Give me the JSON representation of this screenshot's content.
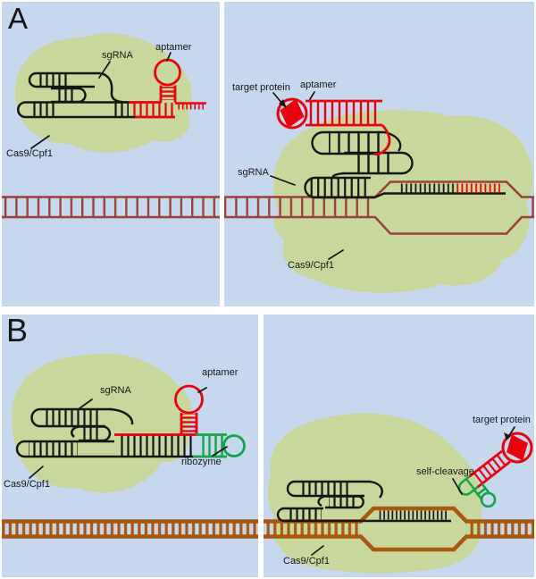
{
  "figure": {
    "panel_a": {
      "tag": "A",
      "left": {
        "sgrna": "sgRNA",
        "aptamer": "aptamer",
        "cas": "Cas9/Cpf1"
      },
      "right": {
        "target_protein": "target protein",
        "aptamer": "aptamer",
        "sgrna": "sgRNA",
        "cas": "Cas9/Cpf1"
      }
    },
    "panel_b": {
      "tag": "B",
      "left": {
        "sgrna": "sgRNA",
        "aptamer": "aptamer",
        "ribozyme": "ribozyme",
        "cas": "Cas9/Cpf1"
      },
      "right": {
        "target_protein": "target protein",
        "self_cleavage": "self-cleavage",
        "cas": "Cas9/Cpf1"
      }
    }
  },
  "colors": {
    "background": "#c5d8ee",
    "divider": "#ffffff",
    "protein_blob": "#c8d79c",
    "rna_black": "#161616",
    "aptamer_red": "#e8000d",
    "ribozyme_green": "#14a44b",
    "dna_a_maroon": "#9c403c",
    "dna_b_brown": "#a8590f",
    "label_text": "#161616"
  }
}
